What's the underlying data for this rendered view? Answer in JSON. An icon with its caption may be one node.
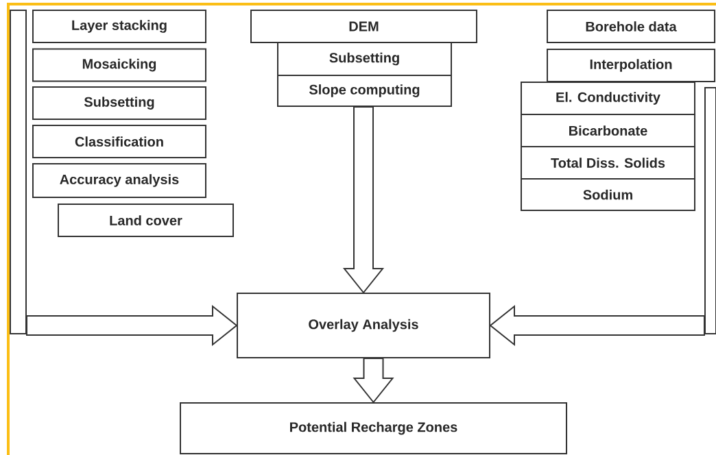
{
  "diagram": {
    "nodes": [
      {
        "text": [
          "Layer stacking"
        ]
      },
      {
        "text": [
          "Mosaicking"
        ]
      },
      {
        "text": [
          "Subsetting"
        ]
      },
      {
        "text": [
          "Classification"
        ]
      },
      {
        "text": [
          "Accuracy analysis"
        ]
      },
      {
        "text": [
          "Land cover"
        ]
      },
      {
        "text": [
          "DEM"
        ]
      },
      {
        "text": [
          "Subsetting"
        ]
      },
      {
        "text": [
          "Slope computing"
        ]
      },
      {
        "text": [
          "Borehole data"
        ]
      },
      {
        "text": [
          "Interpolation"
        ]
      },
      {
        "text": [
          "El. Conductivity"
        ]
      },
      {
        "text": [
          "Bicarbonate"
        ]
      },
      {
        "text": [
          "Total Diss. Solids"
        ]
      },
      {
        "text": [
          "Sodium"
        ]
      },
      {
        "text": [],
        "shape": "bar"
      },
      {
        "text": [],
        "shape": "bar"
      },
      {
        "text": [
          "Overlay Analysis"
        ]
      },
      {
        "text": [
          "Potential Recharge Zones"
        ]
      }
    ],
    "edges": [
      {
        "from": 15,
        "to": 17,
        "arrow": "to"
      },
      {
        "from": 8,
        "to": 17,
        "arrow": "to"
      },
      {
        "from": 16,
        "to": 17,
        "arrow": "to"
      },
      {
        "from": 17,
        "to": 18,
        "arrow": "to"
      }
    ]
  }
}
